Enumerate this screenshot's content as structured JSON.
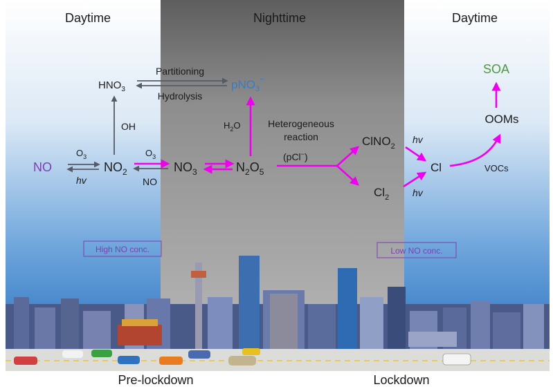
{
  "headers": {
    "left": "Daytime",
    "middle": "Nighttime",
    "right": "Daytime"
  },
  "species": {
    "no": "NO",
    "no2": "NO",
    "no3": "NO",
    "n2o5": "N",
    "hno3": "HNO",
    "pno3": "pNO",
    "clno2": "ClNO",
    "cl2": "Cl",
    "cl": "Cl",
    "ooms": "OOMs",
    "soa": "SOA"
  },
  "subscripts": {
    "two": "2",
    "three": "3",
    "five": "5",
    "minus": "−"
  },
  "reactions": {
    "partitioning": "Partitioning",
    "hydrolysis": "Hydrolysis",
    "oh": "OH",
    "o3": "O",
    "hv": "hv",
    "no_back": "NO",
    "h2o": "H",
    "h2o_o": "O",
    "heterogeneous_1": "Heterogeneous",
    "heterogeneous_2": "reaction",
    "pcl": "(pCl",
    "pcl_close": ")",
    "vocs": "VOCs"
  },
  "badges": {
    "high_no": "High NO conc.",
    "low_no": "Low NO conc."
  },
  "footer": {
    "pre": "Pre-lockdown",
    "post": "Lockdown"
  },
  "colors": {
    "magenta": "#ee00ee",
    "purple": "#7b3fb0",
    "blue_text": "#2c7fd6",
    "green_text": "#4a9a3e",
    "gray_arrow": "#555a66",
    "night": "#a6a6a6",
    "sky_top": "#e9f1fa",
    "sky_bottom": "#2f7cc8"
  }
}
